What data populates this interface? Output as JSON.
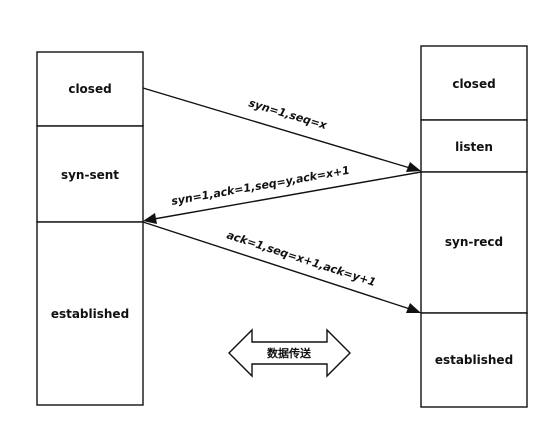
{
  "client": {
    "states": [
      "closed",
      "syn-sent",
      "established"
    ]
  },
  "server": {
    "states": [
      "closed",
      "listen",
      "syn-recd",
      "established"
    ]
  },
  "messages": [
    {
      "label": "syn=1,seq=x",
      "from": "client",
      "to": "server"
    },
    {
      "label": "syn=1,ack=1,seq=y,ack=x+1",
      "from": "server",
      "to": "client"
    },
    {
      "label": "ack=1,seq=x+1,ack=y+1",
      "from": "client",
      "to": "server"
    }
  ],
  "data_transfer": {
    "label": "数据传送",
    "icon": "double-arrow-icon"
  },
  "colors": {
    "stroke": "#111111",
    "background": "#ffffff"
  }
}
